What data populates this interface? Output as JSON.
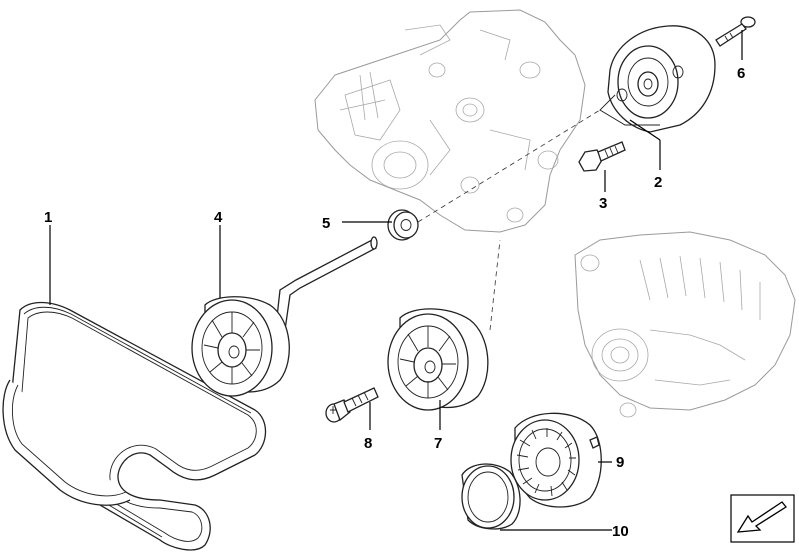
{
  "diagram": {
    "title": "Belt drive / tensioner assembly",
    "callouts": [
      {
        "id": "callout-1",
        "label": "1"
      },
      {
        "id": "callout-2",
        "label": "2"
      },
      {
        "id": "callout-3",
        "label": "3"
      },
      {
        "id": "callout-4",
        "label": "4"
      },
      {
        "id": "callout-5",
        "label": "5"
      },
      {
        "id": "callout-6",
        "label": "6"
      },
      {
        "id": "callout-7",
        "label": "7"
      },
      {
        "id": "callout-8",
        "label": "8"
      },
      {
        "id": "callout-9",
        "label": "9"
      },
      {
        "id": "callout-10",
        "label": "10"
      }
    ],
    "nav_icon": "next-page-arrow-icon"
  }
}
